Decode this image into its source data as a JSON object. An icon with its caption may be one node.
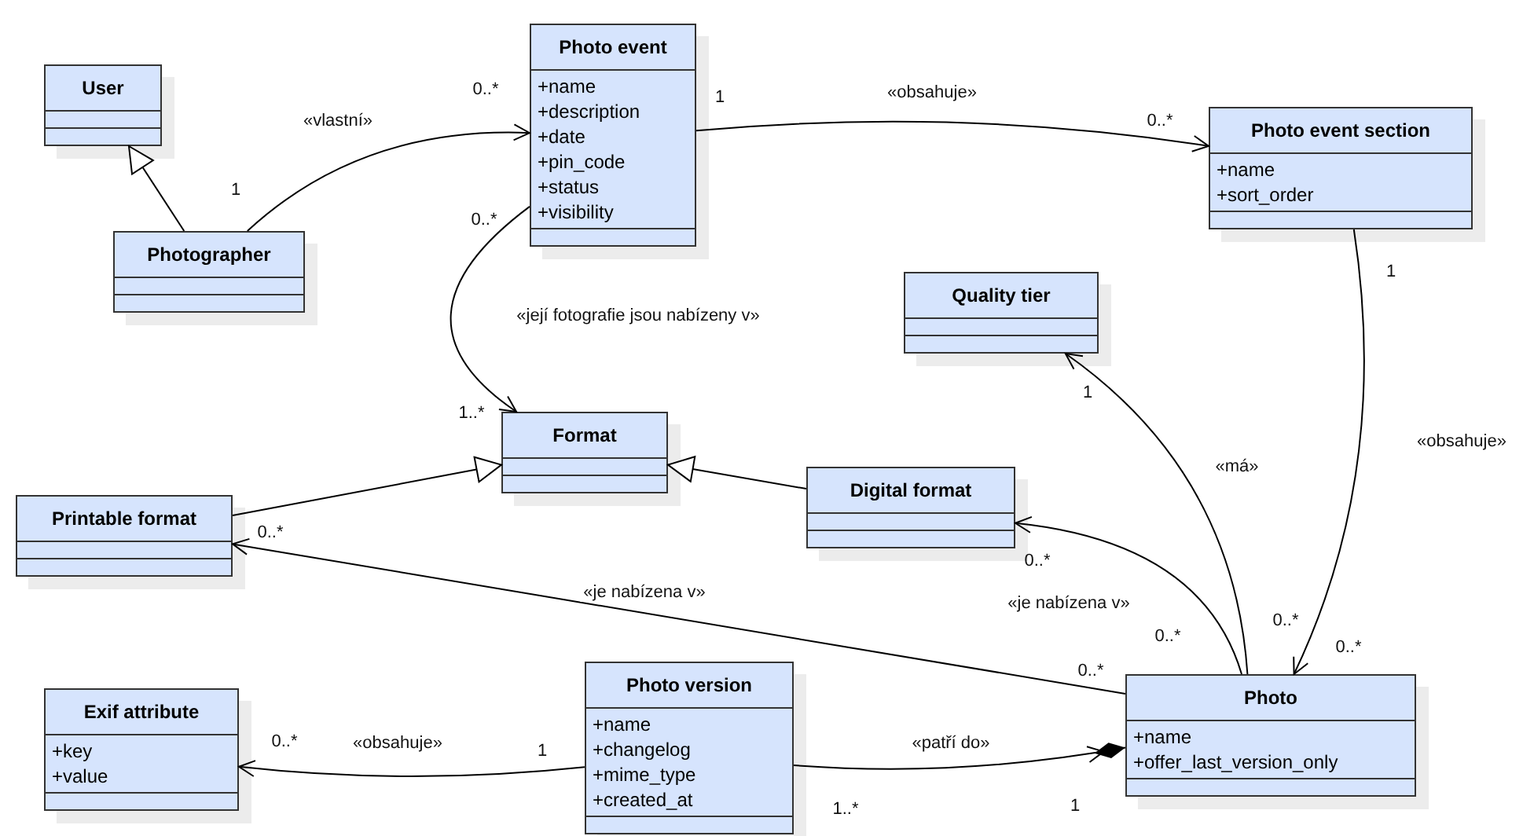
{
  "diagram": {
    "nodes": [
      {
        "text": [
          "User"
        ]
      },
      {
        "text": [
          "Photographer"
        ]
      },
      {
        "text": [
          "Photo event",
          "+name",
          "+description",
          "+date",
          "+pin_code",
          "+status",
          "+visibility"
        ]
      },
      {
        "text": [
          "Photo event section",
          "+name",
          "+sort_order"
        ]
      },
      {
        "text": [
          "Quality tier"
        ]
      },
      {
        "text": [
          "Format"
        ]
      },
      {
        "text": [
          "Printable format"
        ]
      },
      {
        "text": [
          "Digital format"
        ]
      },
      {
        "text": [
          "Exif attribute",
          "+key",
          "+value"
        ]
      },
      {
        "text": [
          "Photo version",
          "+name",
          "+changelog",
          "+mime_type",
          "+created_at"
        ]
      },
      {
        "text": [
          "Photo",
          "+name",
          "+offer_last_version_only"
        ]
      }
    ],
    "edges": [
      {
        "from": 1,
        "to": 0,
        "arrow": "to"
      },
      {
        "from": 1,
        "to": 2,
        "arrow": "to",
        "label": "«vlastní»"
      },
      {
        "from": 2,
        "to": 3,
        "arrow": "to",
        "label": "«obsahuje»"
      },
      {
        "from": 2,
        "to": 5,
        "arrow": "to",
        "label": "«její fotografie jsou nabízeny v»"
      },
      {
        "from": 6,
        "to": 5,
        "arrow": "to"
      },
      {
        "from": 7,
        "to": 5,
        "arrow": "to"
      },
      {
        "from": 3,
        "to": 10,
        "arrow": "to",
        "label": "«obsahuje»"
      },
      {
        "from": 10,
        "to": 4,
        "arrow": "to",
        "label": "«má»"
      },
      {
        "from": 10,
        "to": 7,
        "arrow": "to",
        "label": "«je nabízena v»"
      },
      {
        "from": 10,
        "to": 6,
        "arrow": "to",
        "label": "«je nabízena v»"
      },
      {
        "from": 9,
        "to": 8,
        "arrow": "to",
        "label": "«obsahuje»"
      },
      {
        "from": 9,
        "to": 10,
        "arrow": "to",
        "label": "«patří do»"
      }
    ],
    "labels": [
      "0..*",
      "1",
      "1",
      "0..*",
      "1..*",
      "0..*",
      "1",
      "1",
      "0..*",
      "0..*",
      "0..*",
      "0..*",
      "0..*",
      "0..*",
      "0..*",
      "1",
      "1..*",
      "1"
    ]
  }
}
